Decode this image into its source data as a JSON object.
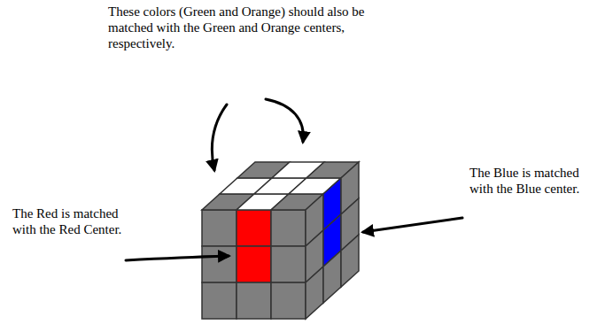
{
  "diagram": {
    "labels": [
      "These colors (Green and Orange) should also be matched with the Green and Orange centers, respectively.",
      "The Red is matched with the Red Center.",
      "The Blue is matched with the Blue center."
    ]
  }
}
